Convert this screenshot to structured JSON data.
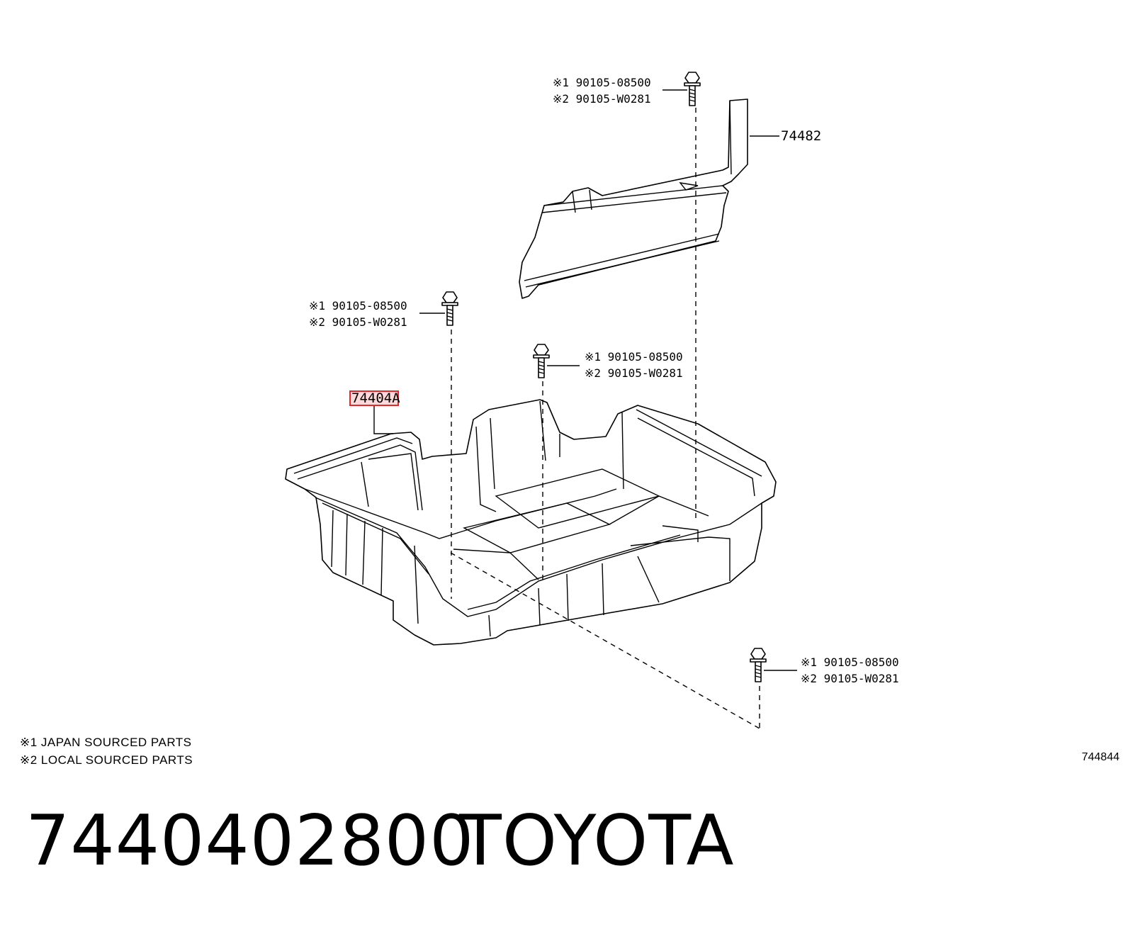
{
  "diagram": {
    "callouts": {
      "top_bolt": {
        "line1": "※1 90105-08500",
        "line2": "※2 90105-W0281"
      },
      "left_bolt": {
        "line1": "※1 90105-08500",
        "line2": "※2 90105-W0281"
      },
      "middle_bolt": {
        "line1": "※1 90105-08500",
        "line2": "※2 90105-W0281"
      },
      "bottom_right_bolt": {
        "line1": "※1 90105-08500",
        "line2": "※2 90105-W0281"
      }
    },
    "part_labels": {
      "bracket": "74482",
      "tray": "74404A"
    },
    "highlight_color": "#e0282d"
  },
  "notes": {
    "note1": "※1 JAPAN SOURCED PARTS",
    "note2": "※2 LOCAL SOURCED PARTS"
  },
  "figure_number": "744844",
  "footer": {
    "part_number": "7440402800",
    "brand": "TOYOTA"
  }
}
